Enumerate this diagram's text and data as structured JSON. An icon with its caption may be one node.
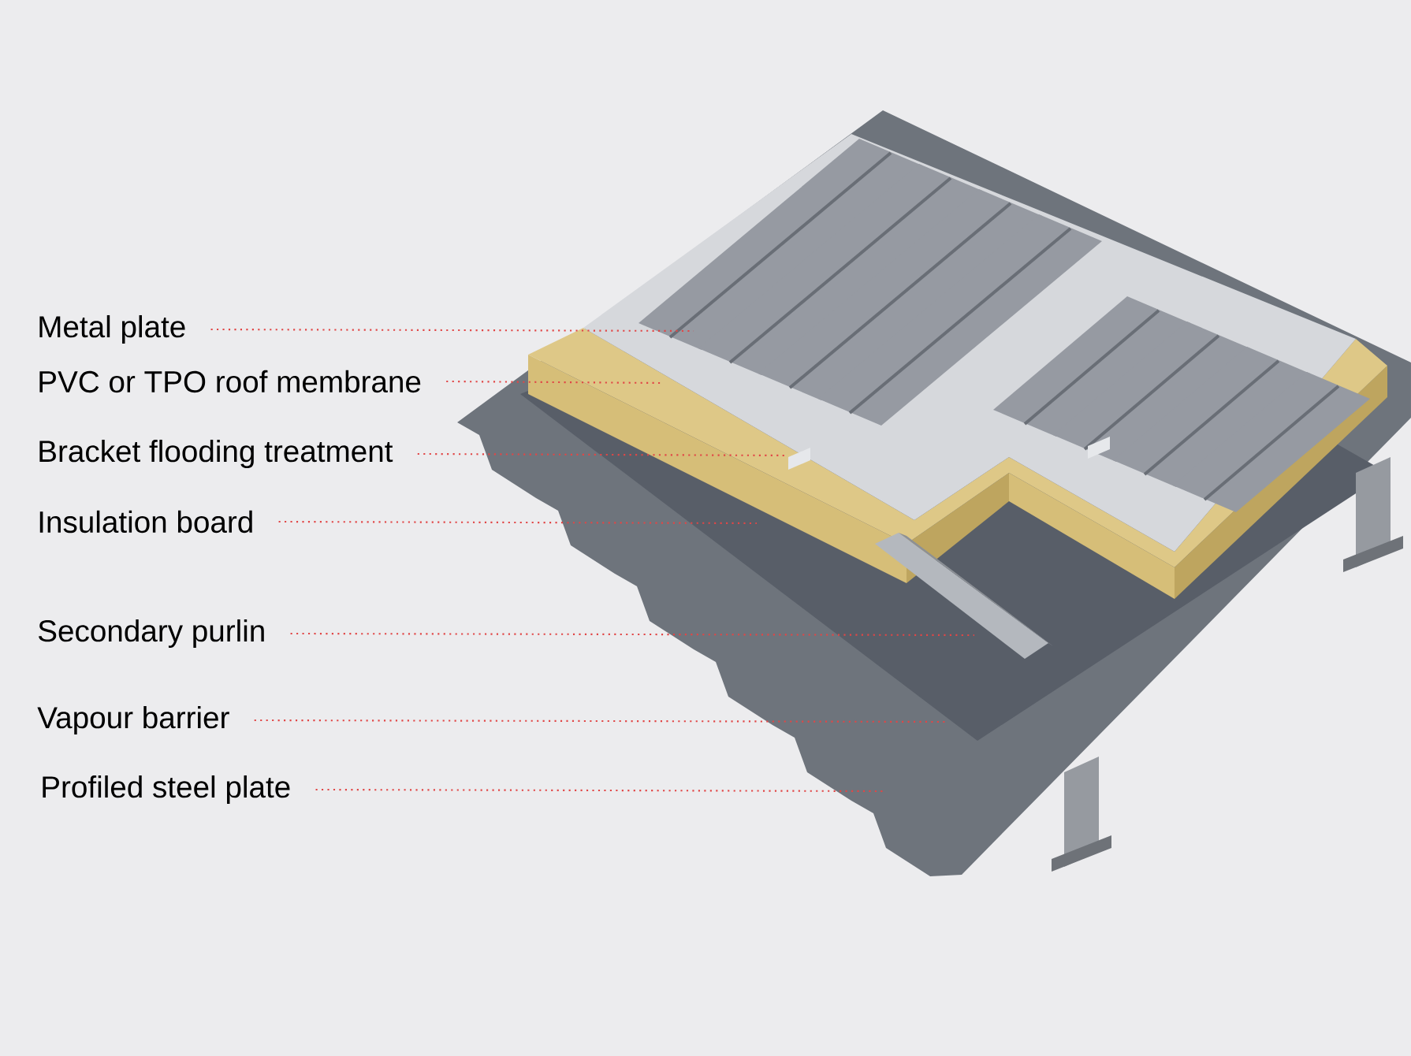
{
  "diagram": {
    "nodes": [
      {
        "text": [
          "Metal plate"
        ]
      },
      {
        "text": [
          "PVC or TPO roof membrane"
        ]
      },
      {
        "text": [
          "Bracket flooding treatment"
        ]
      },
      {
        "text": [
          "Insulation board"
        ]
      },
      {
        "text": [
          "Secondary purlin"
        ]
      },
      {
        "text": [
          "Vapour barrier"
        ]
      },
      {
        "text": [
          "Profiled steel plate"
        ]
      }
    ],
    "edges": [
      {
        "from": 0,
        "to": null,
        "arrow": "none"
      },
      {
        "from": 1,
        "to": null,
        "arrow": "none"
      },
      {
        "from": 2,
        "to": null,
        "arrow": "none"
      },
      {
        "from": 3,
        "to": null,
        "arrow": "none"
      },
      {
        "from": 4,
        "to": null,
        "arrow": "none"
      },
      {
        "from": 5,
        "to": null,
        "arrow": "none"
      },
      {
        "from": 6,
        "to": null,
        "arrow": "none"
      }
    ]
  }
}
